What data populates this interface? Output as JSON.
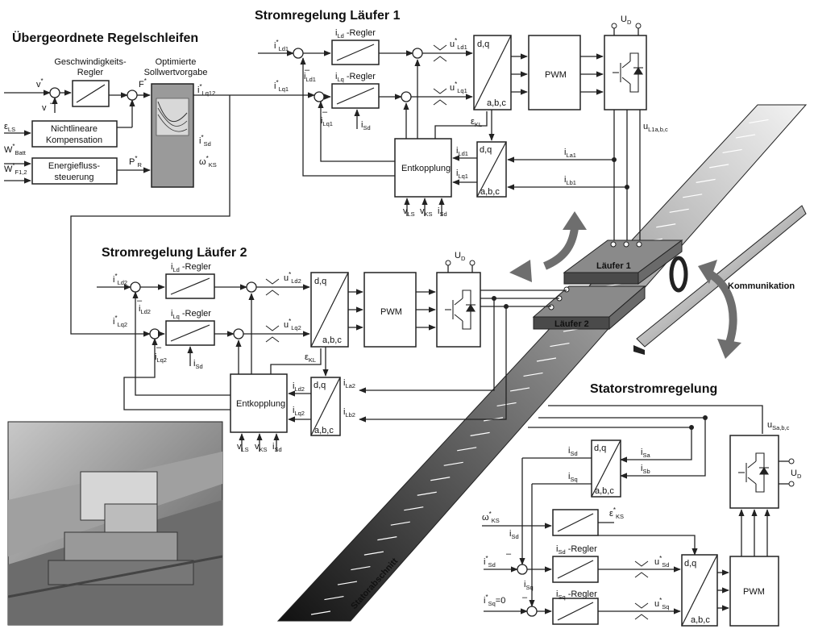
{
  "titles": {
    "superordinate": "Übergeordnete Regelschleifen",
    "rotor1": "Stromregelung Läufer 1",
    "rotor2": "Stromregelung Läufer 2",
    "stator": "Statorstromregelung",
    "communication": "Kommunikation",
    "stator_section": "Statorabschnitt"
  },
  "blocks": {
    "speed_controller": "Geschwindigkeits-\nRegler",
    "setpoint_opt": "Optimierte\nSollwertvorgabe",
    "nonlinear_comp": "Nichtlineare\nKompensation",
    "energy_flow": "Energiefluss-\nsteuerung",
    "pwm": "PWM",
    "decoupling": "Entkopplung",
    "dq": "d,q",
    "abc": "a,b,c",
    "rotor1": "Läufer 1",
    "rotor2": "Läufer 2"
  },
  "controllers": {
    "id": "-Regler",
    "id_prefix": "i",
    "ld_sub": "Ld",
    "lq_sub": "Lq",
    "sd_sub": "Sd",
    "sq_sub": "Sq"
  },
  "signals": {
    "v_star": "v",
    "v": "v",
    "F_star": "F",
    "eps_LS": "ε",
    "eps_LS_sub": "LS",
    "W_Batt": "W",
    "W_Batt_sub": "Batt",
    "W_F12": "W",
    "W_F12_sub": "F1,2",
    "P_R": "P",
    "P_R_sub": "R",
    "i_Lq12": "i",
    "i_Lq12_sub": "Lq12",
    "i_Sd_star_sub": "Sd",
    "omega_KS": "ω",
    "omega_KS_sub": "KS",
    "U_D": "U",
    "U_D_sub": "D",
    "u_L1abc": "u",
    "u_L1abc_sub": "L1a,b,c",
    "u_Sabc_sub": "Sa,b,c",
    "i_La1_sub": "La1",
    "i_Lb1_sub": "Lb1",
    "i_La2_sub": "La2",
    "i_Lb2_sub": "Lb2",
    "i_Sa_sub": "Sa",
    "i_Sb_sub": "Sb",
    "eps_KL": "ε",
    "eps_KL_sub": "KL",
    "eps_KS_sub": "KS",
    "v_LS_sub": "LS",
    "v_KS_sub": "KS",
    "i_Sq_zero": "=0"
  },
  "colors": {
    "rotor_block": "#4a4a4a",
    "setpoint_block": "#9a9a9a",
    "communication_arrow": "#6e6e6e",
    "photo_bg": "#8a8a8a"
  }
}
